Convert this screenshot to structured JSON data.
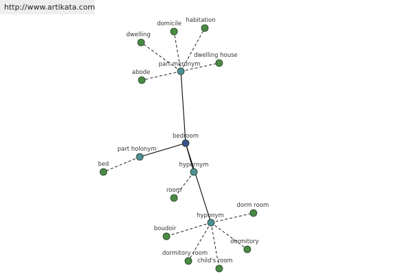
{
  "header": {
    "url": "http://www.artikata.com"
  },
  "colors": {
    "center": "#3b4f8f",
    "relation": "#4e8f95",
    "leaf": "#4b8a45"
  },
  "diagram": {
    "center": {
      "id": "bedroom",
      "label": "bedroom"
    },
    "relations": [
      {
        "id": "part-meronym",
        "label": "part meronym",
        "leaves": [
          "dwelling",
          "domicile",
          "habitation",
          "dwelling house",
          "abode"
        ]
      },
      {
        "id": "part-holonym",
        "label": "part holonym",
        "leaves": [
          "bed"
        ]
      },
      {
        "id": "hypernym",
        "label": "hypernym",
        "leaves": [
          "room"
        ]
      },
      {
        "id": "hyponym",
        "label": "hyponym",
        "leaves": [
          "dorm room",
          "boudoir",
          "dormitory",
          "dormitory room",
          "child's room"
        ]
      }
    ]
  }
}
